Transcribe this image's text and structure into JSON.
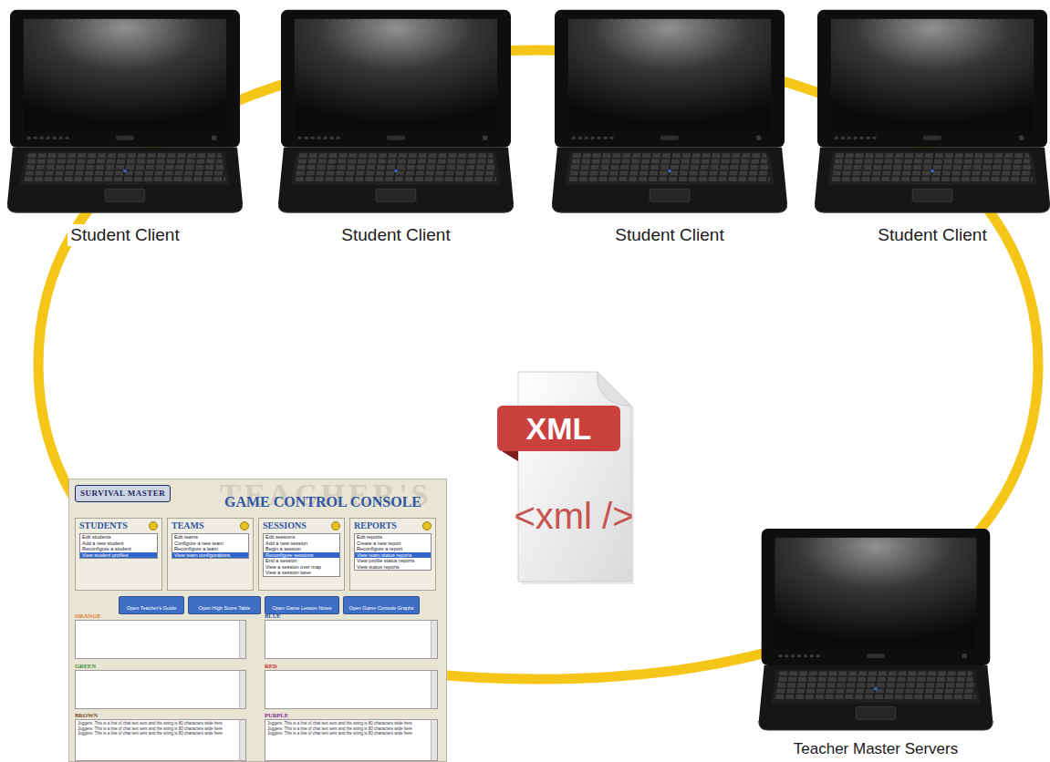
{
  "diagram": {
    "nodes": [
      {
        "text": [
          "Student Client"
        ]
      },
      {
        "text": [
          "Student Client"
        ]
      },
      {
        "text": [
          "Student Client"
        ]
      },
      {
        "text": [
          "Student Client"
        ]
      },
      {
        "text": [
          "XML",
          "<xml />"
        ]
      },
      {
        "text": [
          "SURVIVAL MASTER",
          "TEACHER'S",
          "GAME CONTROL CONSOLE"
        ]
      },
      {
        "text": [
          "STUDENTS",
          "Edit students",
          "Add a new student",
          "Reconfigure a student",
          "View student profiles"
        ],
        "in": 5
      },
      {
        "text": [
          "TEAMS",
          "Edit teams",
          "Configure a new team",
          "Reconfigure a team",
          "View team configurations"
        ],
        "in": 5
      },
      {
        "text": [
          "SESSIONS",
          "Edit sessions",
          "Add a new session",
          "Begin a session",
          "Reconfigure sessions",
          "End a session",
          "View a session over map",
          "View a session save"
        ],
        "in": 5
      },
      {
        "text": [
          "REPORTS",
          "Edit reports",
          "Create a new report",
          "Reconfigure a report",
          "View team status reports",
          "View profile status reports",
          "View status reports"
        ],
        "in": 5
      },
      {
        "text": [
          "Open Teacher's Guide"
        ],
        "in": 5
      },
      {
        "text": [
          "Open High Score Table"
        ],
        "in": 5
      },
      {
        "text": [
          "Open Game Lesson Notes"
        ],
        "in": 5
      },
      {
        "text": [
          "Open Game Console Graphs"
        ],
        "in": 5
      },
      {
        "text": [
          "ORANGE"
        ],
        "in": 5
      },
      {
        "text": [
          "BLUE"
        ],
        "in": 5
      },
      {
        "text": [
          "GREEN"
        ],
        "in": 5
      },
      {
        "text": [
          "RED"
        ],
        "in": 5
      },
      {
        "text": [
          "BROWN",
          "Joggers: This is a line of chat text sent and the string is 80 characters wide here",
          "Joggers: This is a line of chat text sent and the string is 80 characters wide here",
          "Joggers: This is a line of chat text sent and the string is 80 characters wide here"
        ],
        "in": 5
      },
      {
        "text": [
          "PURPLE",
          "Joggers: This is a line of chat text sent and the string is 80 characters wide here",
          "Joggers: This is a line of chat text sent and the string is 80 characters wide here",
          "Joggers: This is a line of chat text sent and the string is 80 characters wide here"
        ],
        "in": 5
      },
      {
        "text": [
          "Teacher Master Servers"
        ]
      }
    ]
  }
}
